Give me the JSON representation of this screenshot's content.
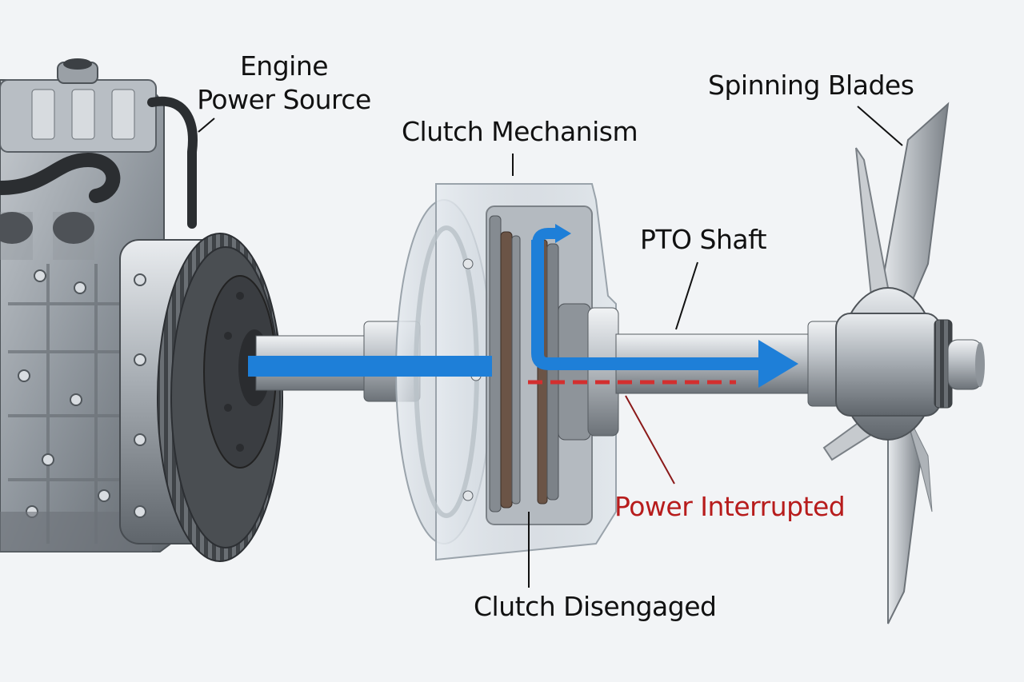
{
  "labels": {
    "engine_line1": "Engine",
    "engine_line2": "Power Source",
    "clutch_mechanism": "Clutch Mechanism",
    "pto_shaft": "PTO Shaft",
    "spinning_blades": "Spinning Blades",
    "power_interrupted": "Power Interrupted",
    "clutch_disengaged": "Clutch Disengaged"
  },
  "colors": {
    "background": "#f2f4f6",
    "power_flow": "#1e7fd8",
    "interrupted": "#d32f2f",
    "metal_dark": "#5c6166",
    "metal_light": "#c9ced3",
    "friction_disc": "#6b5446"
  }
}
